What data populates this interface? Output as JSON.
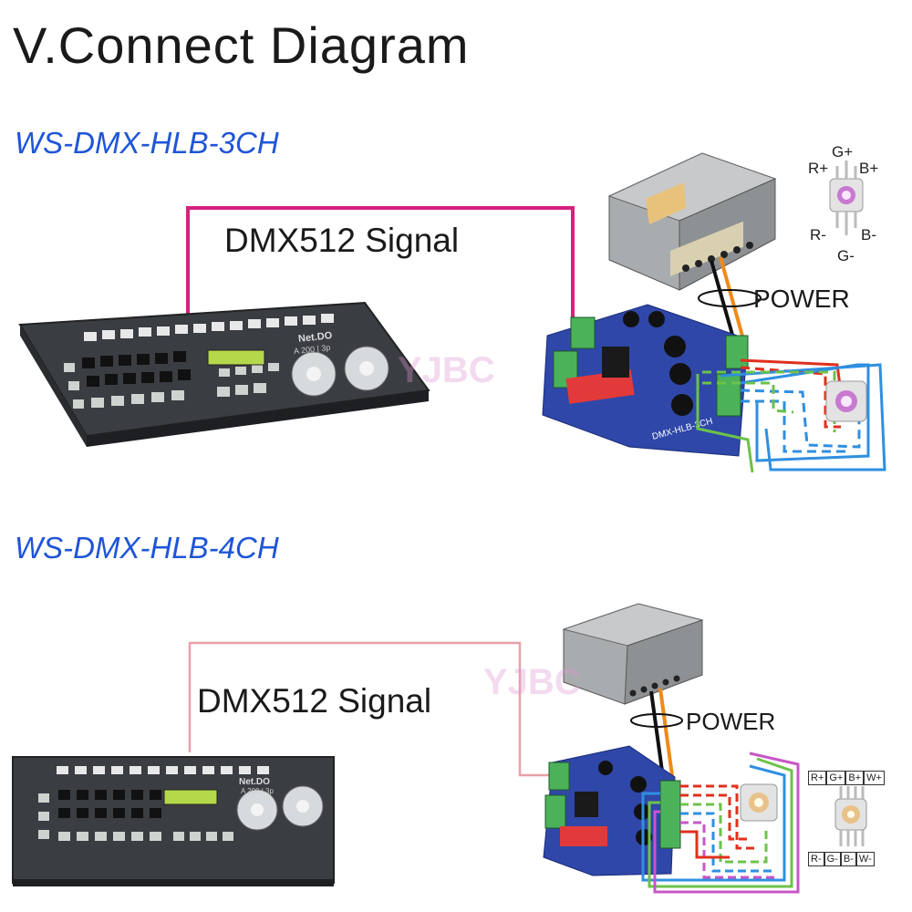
{
  "title": "V.Connect Diagram",
  "sections": [
    {
      "model": "WS-DMX-HLB-3CH",
      "signal_label": "DMX512 Signal",
      "power_label": "POWER",
      "controller": {
        "brand": "Net.DO",
        "model_text": "A 200 | 3p"
      },
      "led_pins": {
        "top": [
          "G+",
          "R+",
          "B+"
        ],
        "bottom": [
          "R-",
          "B-",
          "G-"
        ]
      },
      "board_label": "DMX-HLB-3CH"
    },
    {
      "model": "WS-DMX-HLB-4CH",
      "signal_label": "DMX512 Signal",
      "power_label": "POWER",
      "controller": {
        "brand": "Net.DO",
        "model_text": "A 200 | 3p"
      },
      "led_pins": {
        "top": [
          "R+",
          "G+",
          "B+",
          "W+"
        ],
        "bottom": [
          "R-",
          "G-",
          "B-",
          "W-"
        ]
      }
    }
  ],
  "watermark": "YJBC",
  "colors": {
    "title": "#1a1a1a",
    "model": "#1f55d6",
    "signal_3ch": "#d6217c",
    "signal_4ch": "#e8a0aa",
    "red_wire": "#e0301e",
    "green_wire": "#6cc24a",
    "blue_wire": "#2f8fe0",
    "power_wire": "#ef8a1a"
  }
}
